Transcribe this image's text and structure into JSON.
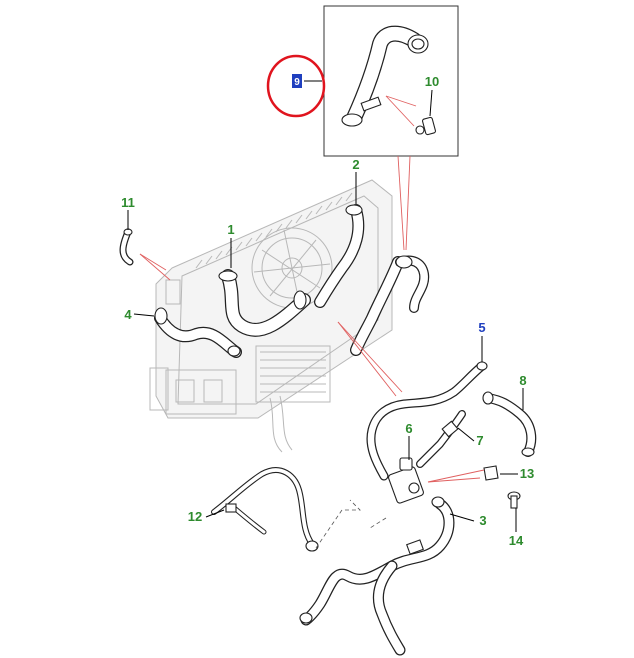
{
  "callouts": {
    "c1": "1",
    "c2": "2",
    "c3": "3",
    "c4": "4",
    "c5": "5",
    "c6": "6",
    "c7": "7",
    "c8": "8",
    "c10": "10",
    "c11": "11",
    "c12": "12",
    "c13": "13",
    "c14": "14"
  },
  "inset": {
    "marker_label": "9"
  },
  "colors": {
    "callout_green": "#2e8b2e",
    "callout_blue": "#1f3fbf",
    "highlight_circle": "#e0141e",
    "reference_line": "#e06060"
  }
}
